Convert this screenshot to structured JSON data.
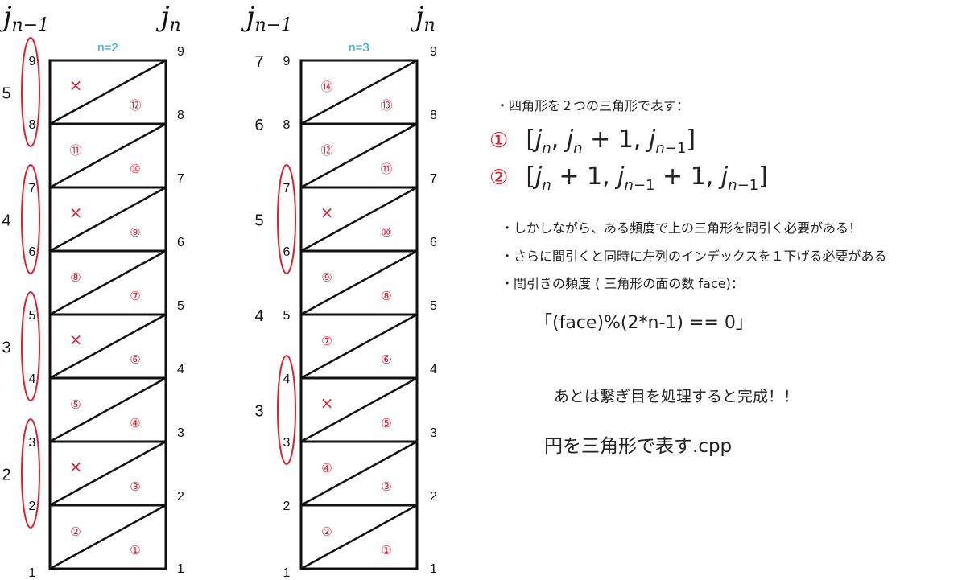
{
  "panels": [
    {
      "id": "n2",
      "title": "n=2",
      "left_header": "j",
      "left_header_sub": "n−1",
      "right_header": "j",
      "right_header_sub": "n",
      "right_indices": [
        "1",
        "2",
        "3",
        "4",
        "5",
        "6",
        "7",
        "8",
        "9"
      ],
      "left_indices": [
        "1",
        "2",
        "3",
        "4",
        "5",
        "6",
        "7",
        "8",
        "9"
      ],
      "left_groups": [
        {
          "label": "2",
          "rows": [
            1,
            2
          ]
        },
        {
          "label": "3",
          "rows": [
            3,
            4
          ]
        },
        {
          "label": "4",
          "rows": [
            5,
            6
          ]
        },
        {
          "label": "5",
          "rows": [
            7,
            8
          ]
        }
      ],
      "cells": [
        {
          "upper": "②",
          "lower": "①"
        },
        {
          "upper": "×",
          "lower": "③"
        },
        {
          "upper": "⑤",
          "lower": "④"
        },
        {
          "upper": "×",
          "lower": "⑥"
        },
        {
          "upper": "⑧",
          "lower": "⑦"
        },
        {
          "upper": "×",
          "lower": "⑨"
        },
        {
          "upper": "⑪",
          "lower": "⑩"
        },
        {
          "upper": "×",
          "lower": "⑫"
        }
      ]
    },
    {
      "id": "n3",
      "title": "n=3",
      "left_header": "j",
      "left_header_sub": "n−1",
      "right_header": "j",
      "right_header_sub": "n",
      "right_indices": [
        "1",
        "2",
        "3",
        "4",
        "5",
        "6",
        "7",
        "8",
        "9"
      ],
      "left_indices": [
        "1",
        "2",
        "3",
        "4",
        "5",
        "6",
        "7",
        "8",
        "9"
      ],
      "left_groups": [
        {
          "label": "3",
          "rows": [
            2,
            3
          ]
        },
        {
          "label": "4",
          "rows": [
            4,
            4
          ]
        },
        {
          "label": "5",
          "rows": [
            5,
            6
          ]
        },
        {
          "label": "6",
          "rows": [
            7,
            7
          ]
        },
        {
          "label": "7",
          "rows": [
            8,
            8
          ]
        }
      ],
      "ellipses": [
        [
          2,
          3
        ],
        [
          5,
          6
        ]
      ],
      "cells": [
        {
          "upper": "②",
          "lower": "①"
        },
        {
          "upper": "④",
          "lower": "③"
        },
        {
          "upper": "×",
          "lower": "⑤"
        },
        {
          "upper": "⑦",
          "lower": "⑥"
        },
        {
          "upper": "⑨",
          "lower": "⑧"
        },
        {
          "upper": "×",
          "lower": "⑩"
        },
        {
          "upper": "⑫",
          "lower": "⑪"
        },
        {
          "upper": "⑭",
          "lower": "⑬"
        }
      ]
    }
  ],
  "notes": {
    "bullet1": "・四角形を２つの三角形で表す：",
    "formula1_mark": "①",
    "formula2_mark": "②",
    "bullet2": "・しかしながら、ある頻度で上の三角形を間引く必要がある！",
    "bullet3": "・さらに間引くと同時に左列のインデックスを１下げる必要がある",
    "bullet4": "・間引きの頻度 ( 三角形の面の数 face)：",
    "modulo": "「(face)%(2*n-1) == 0」",
    "completion": "あとは繋ぎ目を処理すると完成！！",
    "filename": "円を三角形で表す.cpp"
  },
  "colors": {
    "red": "#e0202e",
    "title_blue": "#1aa0dc",
    "line": "#111111"
  }
}
